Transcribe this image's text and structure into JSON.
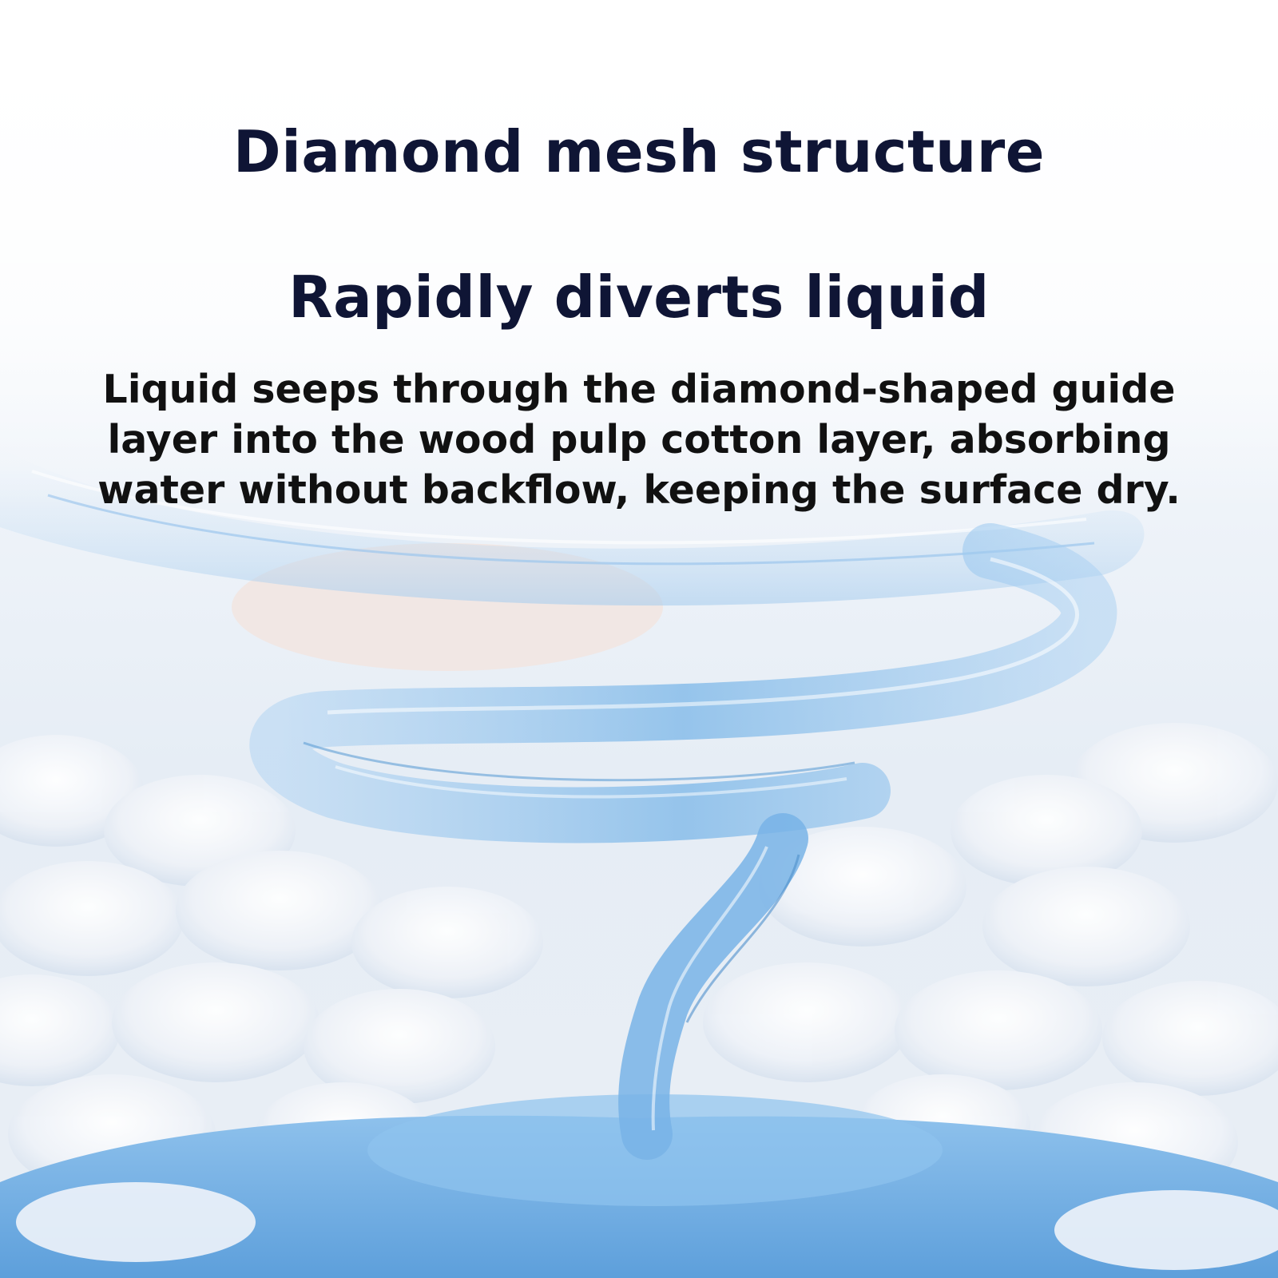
{
  "headline": {
    "line1": "Diamond mesh structure",
    "line2": "Rapidly diverts liquid"
  },
  "description": "Liquid seeps through the diamond-shaped guide layer into the wood pulp cotton layer, absorbing water without backflow, keeping the surface dry.",
  "colors": {
    "headline": "#0f1535",
    "body": "#111111",
    "liquid": "#7fb6e6",
    "liquid_deep": "#5fa0d8",
    "fluff": "#f4f7fb",
    "peach": "#f3e6e2"
  },
  "illustration": {
    "subject": "blue liquid swirl descending onto white fluffy cotton bumps and a blue absorbent base"
  }
}
